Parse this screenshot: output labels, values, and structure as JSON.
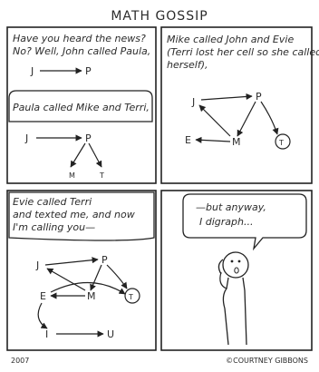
{
  "comic": {
    "title": "MATH GOSSIP",
    "panels": [
      {
        "id": "p1",
        "caption_lines": [
          "Have you heard the news?",
          "No? Well, John called Paula,"
        ],
        "inline_nodes": [
          "J",
          "P"
        ]
      },
      {
        "id": "p1b",
        "caption_lines": [
          "Paula called Mike and Terri,"
        ],
        "nodes": [
          "J",
          "P",
          "M",
          "T"
        ]
      },
      {
        "id": "p2",
        "caption_lines": [
          "Mike called John and Evie",
          "(Terri lost her cell so she called",
          "herself),"
        ],
        "nodes": [
          "J",
          "P",
          "E",
          "M",
          "T"
        ]
      },
      {
        "id": "p3",
        "caption_lines": [
          "Evie called Terri",
          "and texted me, and now",
          "I'm calling you—"
        ],
        "nodes": [
          "J",
          "P",
          "E",
          "M",
          "T",
          "I",
          "U"
        ]
      },
      {
        "id": "p4",
        "caption_lines": [
          "—but anyway,",
          "I digraph..."
        ]
      }
    ],
    "footer": {
      "year": "2007",
      "credit": "©COURTNEY GIBBONS"
    }
  }
}
